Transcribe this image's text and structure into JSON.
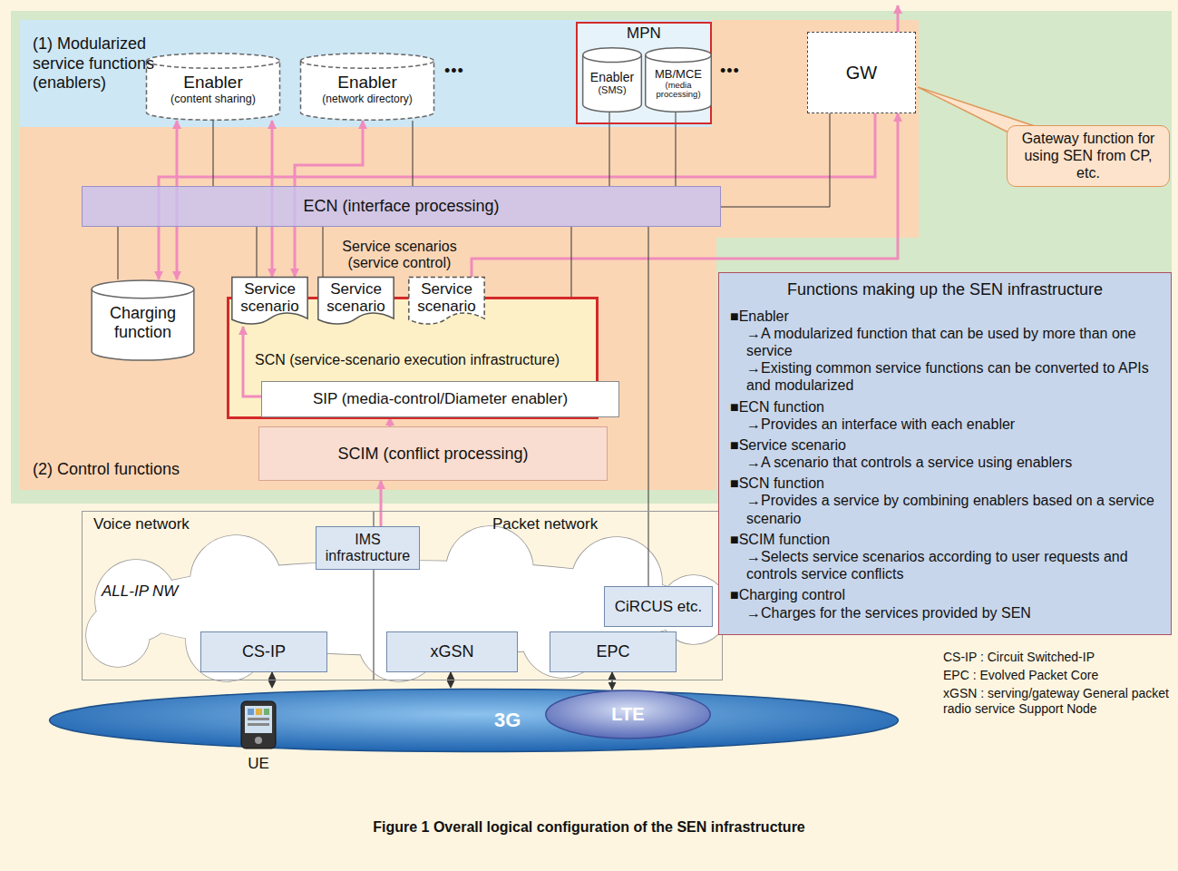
{
  "diagram": {
    "caption": "Figure 1 Overall logical configuration of the SEN infrastructure",
    "nodes": [
      {
        "text": [
          "(1) Modularized service functions (enablers)"
        ]
      },
      {
        "text": [
          "Enabler",
          "(content sharing)"
        ],
        "in": 0
      },
      {
        "text": [
          "Enabler",
          "(network directory)"
        ],
        "in": 0
      },
      {
        "text": [
          "MPN"
        ],
        "in": 0
      },
      {
        "text": [
          "Enabler",
          "(SMS)"
        ],
        "in": 3
      },
      {
        "text": [
          "MB/MCE",
          "(media processing)"
        ],
        "in": 3
      },
      {
        "text": [
          "GW"
        ]
      },
      {
        "text": [
          "Gateway function for using SEN from CP, etc."
        ]
      },
      {
        "text": [
          "(2) Control functions"
        ]
      },
      {
        "text": [
          "ECN (interface processing)"
        ],
        "in": 8
      },
      {
        "text": [
          "Charging function"
        ],
        "in": 8
      },
      {
        "text": [
          "Service scenario"
        ],
        "in": 8
      },
      {
        "text": [
          "Service scenario"
        ],
        "in": 8
      },
      {
        "text": [
          "Service scenario"
        ],
        "in": 8
      },
      {
        "text": [
          "SCN (service-scenario execution infrastructure)"
        ],
        "in": 8
      },
      {
        "text": [
          "SIP (media-control/Diameter enabler)"
        ],
        "in": 14
      },
      {
        "text": [
          "SCIM (conflict processing)"
        ],
        "in": 8
      },
      {
        "text": [
          "Voice network"
        ]
      },
      {
        "text": [
          "Packet network"
        ]
      },
      {
        "text": [
          "IMS infrastructure"
        ]
      },
      {
        "text": [
          "CiRCUS etc."
        ],
        "in": 18
      },
      {
        "text": [
          "CS-IP"
        ],
        "in": 17
      },
      {
        "text": [
          "xGSN"
        ],
        "in": 18
      },
      {
        "text": [
          "EPC"
        ],
        "in": 18
      },
      {
        "text": [
          "3G"
        ]
      },
      {
        "text": [
          "LTE"
        ],
        "in": 24
      },
      {
        "text": [
          "UE"
        ]
      },
      {
        "text": [
          "Functions making up the SEN infrastructure",
          "■Enabler",
          "→A modularized function that can be used by more than one service",
          "→Existing common service functions can be converted to APIs and modularized",
          "■ECN function",
          "→Provides an interface with each enabler",
          "■Service scenario",
          "→A scenario that controls a service using enablers",
          "■SCN function",
          "→Provides a service by combining enablers based on a service scenario",
          "■SCIM function",
          "→Selects service scenarios according to user requests and controls service conflicts",
          "■Charging control",
          "→Charges for the services provided by SEN"
        ]
      }
    ],
    "edges": [
      {
        "from": 10,
        "to": 1,
        "arrow": "both"
      },
      {
        "from": 11,
        "to": 1,
        "arrow": "both"
      },
      {
        "from": 11,
        "to": 2,
        "arrow": "both"
      },
      {
        "from": 13,
        "to": 6,
        "arrow": "to"
      },
      {
        "from": 6,
        "to": 10,
        "arrow": "to"
      },
      {
        "from": 15,
        "to": 11,
        "arrow": "to"
      },
      {
        "from": 16,
        "to": 15,
        "arrow": "to"
      },
      {
        "from": 19,
        "to": 16,
        "arrow": "to"
      },
      {
        "from": 9,
        "to": 1,
        "arrow": "none"
      },
      {
        "from": 9,
        "to": 2,
        "arrow": "none"
      },
      {
        "from": 9,
        "to": 4,
        "arrow": "none"
      },
      {
        "from": 9,
        "to": 5,
        "arrow": "none"
      },
      {
        "from": 9,
        "to": 6,
        "arrow": "none"
      },
      {
        "from": 9,
        "to": 10,
        "arrow": "none"
      },
      {
        "from": 9,
        "to": 11,
        "arrow": "none"
      },
      {
        "from": 9,
        "to": 12,
        "arrow": "none"
      },
      {
        "from": 9,
        "to": 14,
        "arrow": "none"
      },
      {
        "from": 9,
        "to": 20,
        "arrow": "none"
      },
      {
        "from": 21,
        "to": 24,
        "arrow": "both"
      },
      {
        "from": 22,
        "to": 24,
        "arrow": "both"
      },
      {
        "from": 23,
        "to": 25,
        "arrow": "both"
      }
    ],
    "labels": [
      "Service scenarios (service control)",
      "•••",
      "•••",
      "ALL-IP NW",
      "CS-IP : Circuit Switched-IP",
      "EPC : Evolved Packet Core",
      "xGSN : serving/gateway General packet radio service Support Node"
    ]
  }
}
